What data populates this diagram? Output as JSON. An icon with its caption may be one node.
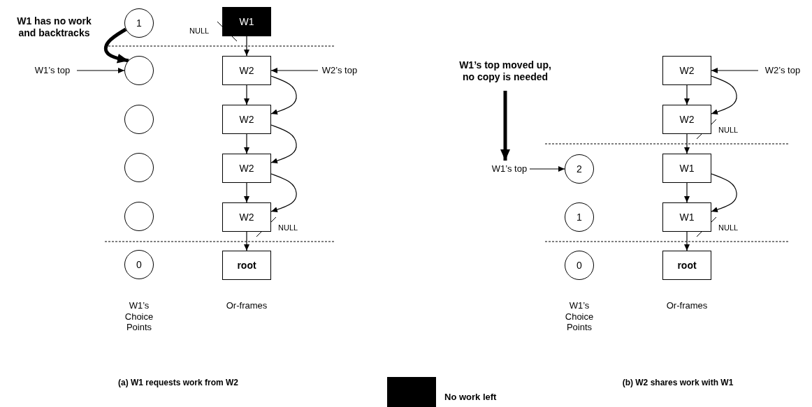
{
  "diagram": {
    "nodes": [
      {
        "text": [
          "1"
        ]
      },
      {
        "text": [
          "W1’s top"
        ]
      },
      {
        "text": [],
        "shape": "circle"
      },
      {
        "text": [],
        "shape": "circle"
      },
      {
        "text": [],
        "shape": "circle"
      },
      {
        "text": [],
        "shape": "circle"
      },
      {
        "text": [
          "0"
        ]
      },
      {
        "text": [
          "W1"
        ],
        "beside": [
          "NULL"
        ]
      },
      {
        "text": [
          "W2"
        ]
      },
      {
        "text": [
          "W2"
        ]
      },
      {
        "text": [
          "W2"
        ]
      },
      {
        "text": [
          "W2"
        ],
        "beside": [
          "NULL"
        ]
      },
      {
        "text": [
          "root"
        ]
      },
      {
        "text": [
          "W2’s top"
        ]
      },
      {
        "text": [
          "W1’s top moved up, no copy is needed"
        ]
      },
      {
        "text": [
          "W1’s top"
        ]
      },
      {
        "text": [
          "2"
        ]
      },
      {
        "text": [
          "1"
        ]
      },
      {
        "text": [
          "0"
        ]
      },
      {
        "text": [
          "W2"
        ]
      },
      {
        "text": [
          "W2"
        ],
        "beside": [
          "NULL"
        ]
      },
      {
        "text": [
          "W1"
        ]
      },
      {
        "text": [
          "W1"
        ],
        "beside": [
          "NULL"
        ]
      },
      {
        "text": [
          "root"
        ]
      },
      {
        "text": [
          "W2’s top"
        ]
      }
    ],
    "edges": [
      {
        "from": 0,
        "to": 2,
        "arrow": "to",
        "style": "thick"
      },
      {
        "from": 1,
        "to": 2,
        "arrow": "to"
      },
      {
        "from": 13,
        "to": 8,
        "arrow": "to"
      },
      {
        "from": 7,
        "to": 8,
        "arrow": "to"
      },
      {
        "from": 8,
        "to": 9,
        "arrow": "to"
      },
      {
        "from": 9,
        "to": 10,
        "arrow": "to"
      },
      {
        "from": 10,
        "to": 11,
        "arrow": "to"
      },
      {
        "from": 11,
        "to": 12,
        "arrow": "to"
      },
      {
        "from": 8,
        "to": 9,
        "arrow": "to"
      },
      {
        "from": 9,
        "to": 10,
        "arrow": "to"
      },
      {
        "from": 10,
        "to": 11,
        "arrow": "to"
      },
      {
        "from": 14,
        "to": 15,
        "arrow": "to",
        "style": "thick"
      },
      {
        "from": 15,
        "to": 16,
        "arrow": "to"
      },
      {
        "from": 24,
        "to": 19,
        "arrow": "to"
      },
      {
        "from": 19,
        "to": 20,
        "arrow": "to"
      },
      {
        "from": 20,
        "to": 21,
        "arrow": "to"
      },
      {
        "from": 21,
        "to": 22,
        "arrow": "to"
      },
      {
        "from": 22,
        "to": 23,
        "arrow": "to"
      },
      {
        "from": 19,
        "to": 20,
        "arrow": "to"
      },
      {
        "from": 21,
        "to": 22,
        "arrow": "to"
      }
    ],
    "labels": [
      "W1 has no work and backtracks",
      "W1’s Choice Points",
      "Or-frames",
      "W1’s Choice Points",
      "Or-frames",
      "(a) W1 requests work from W2",
      "(b) W2 shares work with W1"
    ],
    "legend": [
      {
        "text": "No work left",
        "color": "#000000"
      }
    ]
  }
}
